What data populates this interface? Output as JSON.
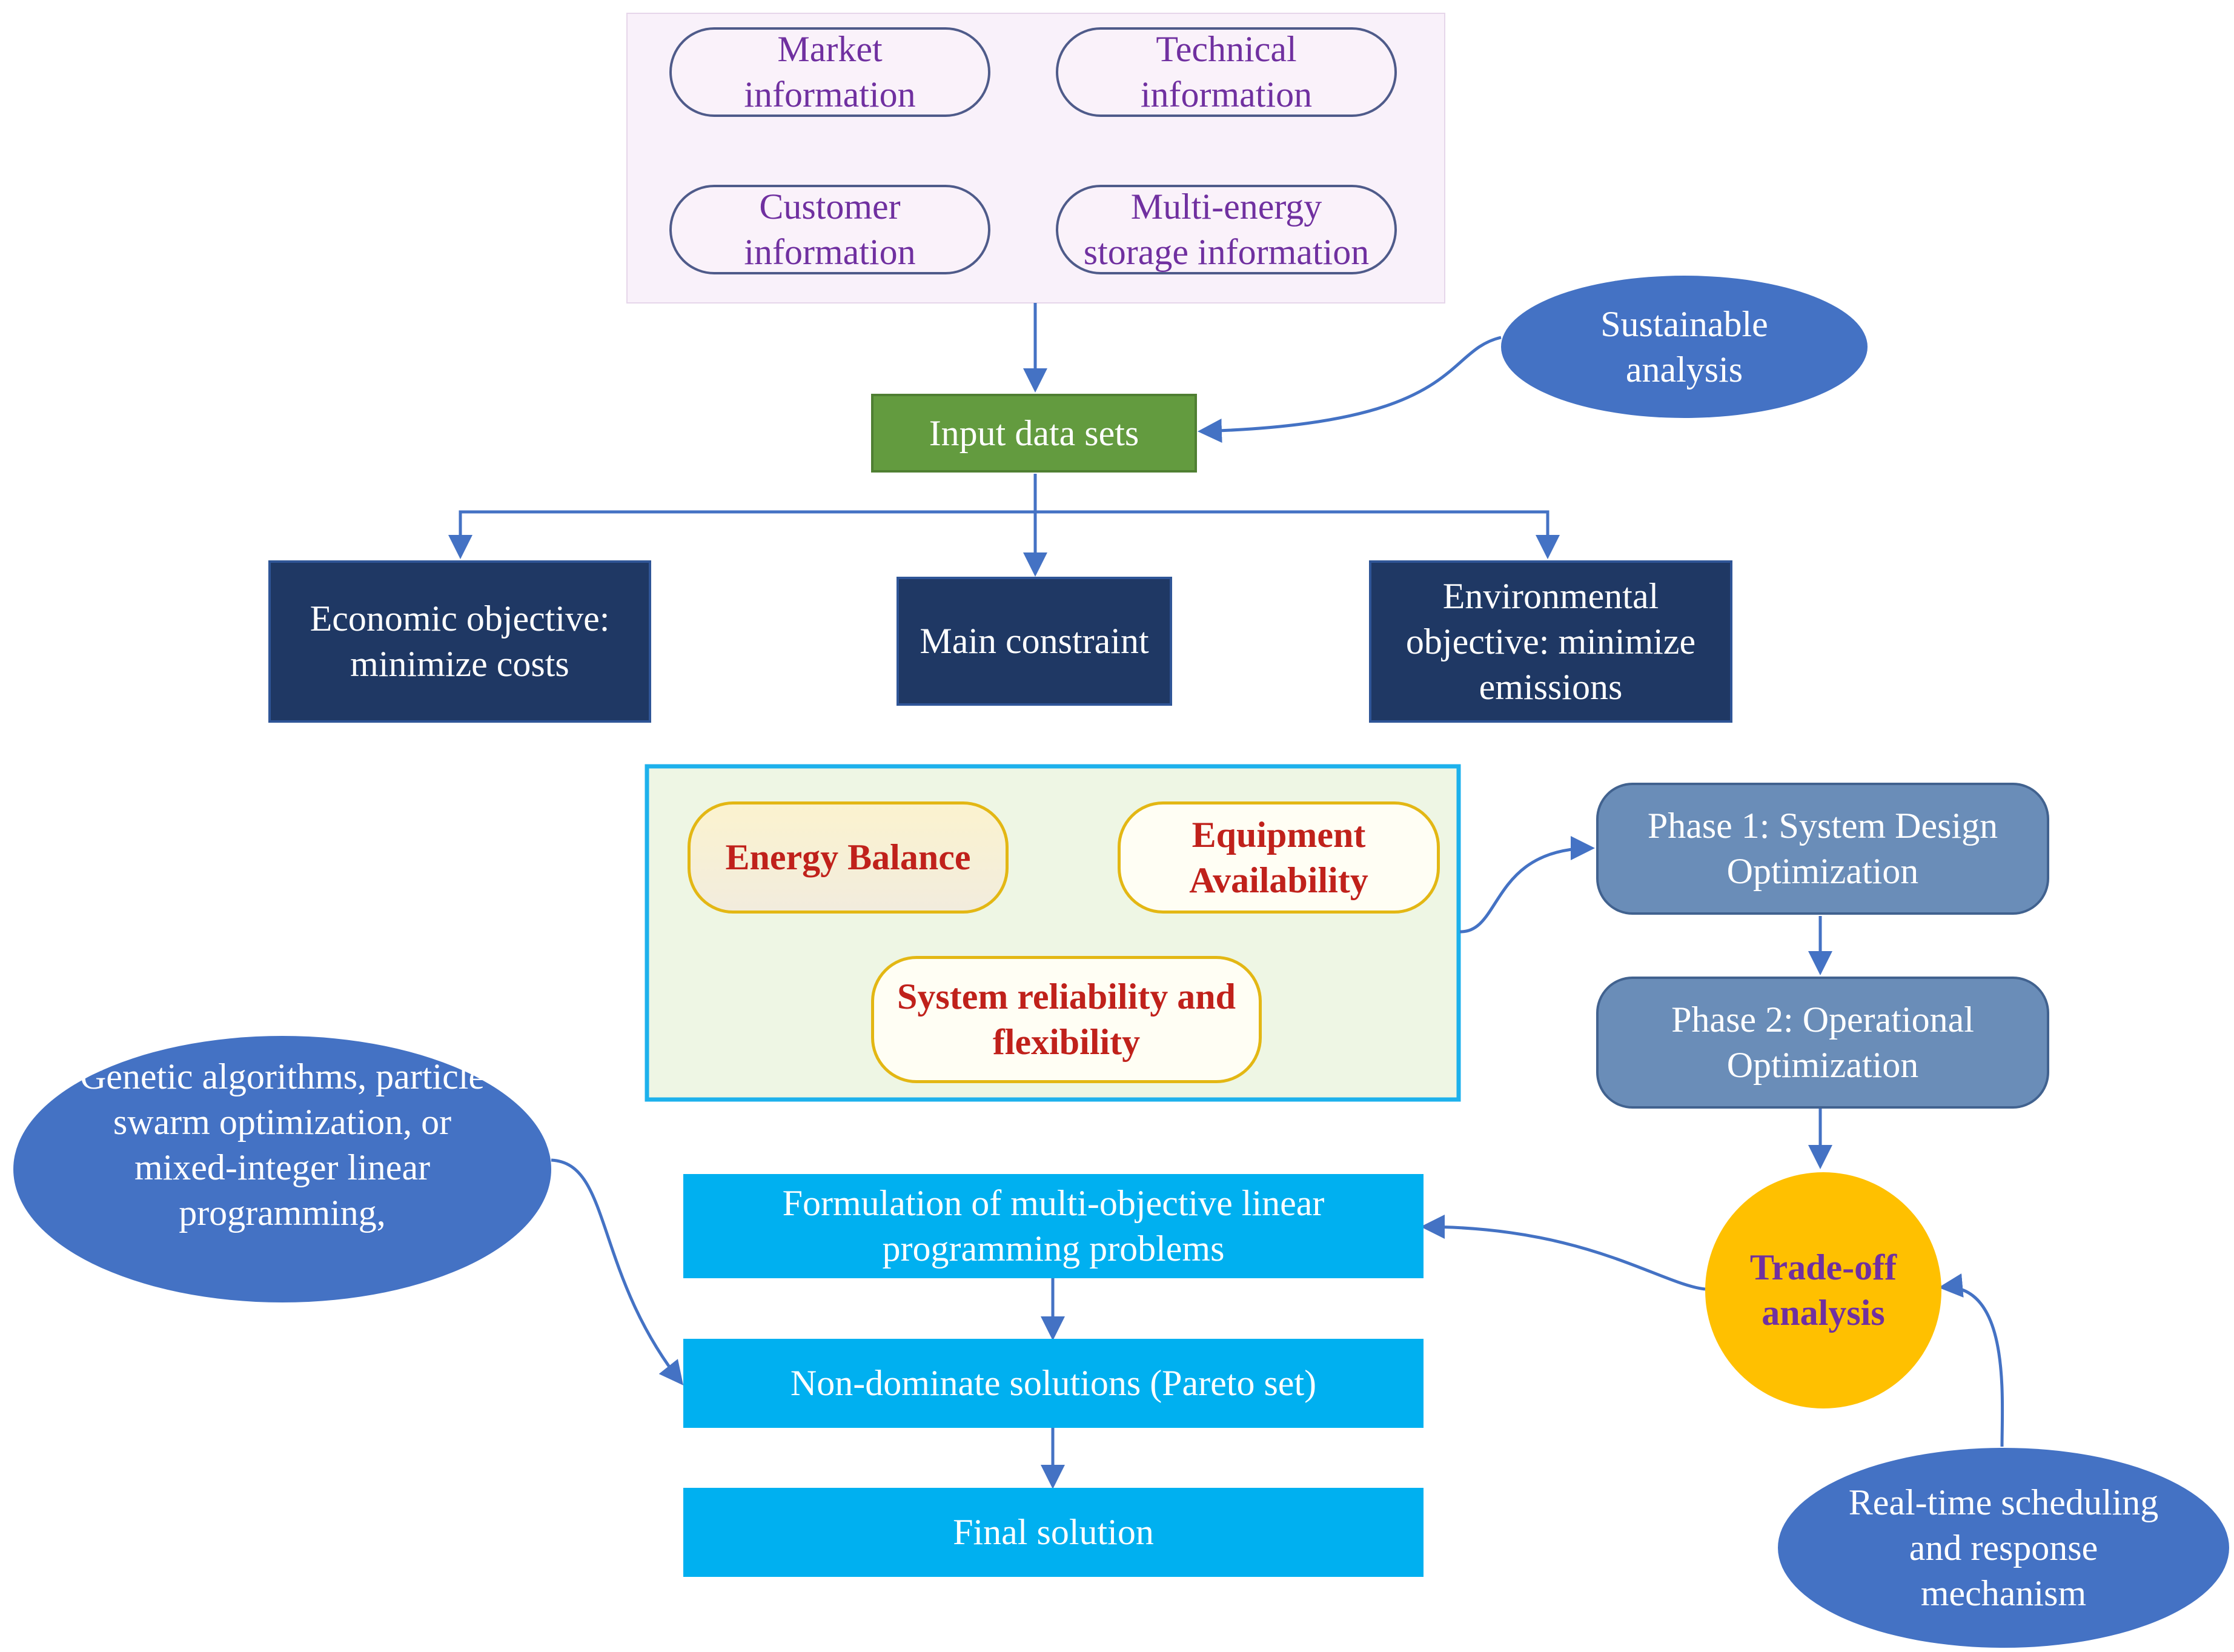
{
  "info": {
    "market": [
      "Market",
      "information"
    ],
    "technical": [
      "Technical",
      "information"
    ],
    "customer": [
      "Customer",
      "information"
    ],
    "storage": [
      "Multi-energy",
      "storage information"
    ]
  },
  "input_data": "Input data sets",
  "sustainable": [
    "Sustainable",
    "analysis"
  ],
  "economic": [
    "Economic objective:",
    "minimize costs"
  ],
  "main_constraint": "Main constraint",
  "environmental": [
    "Environmental",
    "objective: minimize",
    "emissions"
  ],
  "constraints": {
    "energy_balance": "Energy Balance",
    "equipment": [
      "Equipment",
      "Availability"
    ],
    "reliability": [
      "System reliability and",
      "flexibility"
    ]
  },
  "phase1": [
    "Phase 1: System Design",
    "Optimization"
  ],
  "phase2": [
    "Phase 2: Operational",
    "Optimization"
  ],
  "tradeoff": [
    "Trade-off",
    "analysis"
  ],
  "realtime": [
    "Real-time scheduling",
    "and response",
    "mechanism"
  ],
  "algorithms": [
    "Genetic algorithms, particle",
    "swarm optimization, or",
    "mixed-integer linear",
    "programming,"
  ],
  "formulation": [
    "Formulation of multi-objective linear",
    "programming problems"
  ],
  "pareto": "Non-dominate solutions (Pareto set)",
  "final": "Final solution",
  "colors": {
    "connector": "#4472c4",
    "info_panel_bg": "#f9f1fa",
    "constraint_panel_bg": "#eef6e4",
    "constraint_panel_border": "#1db1ec"
  }
}
